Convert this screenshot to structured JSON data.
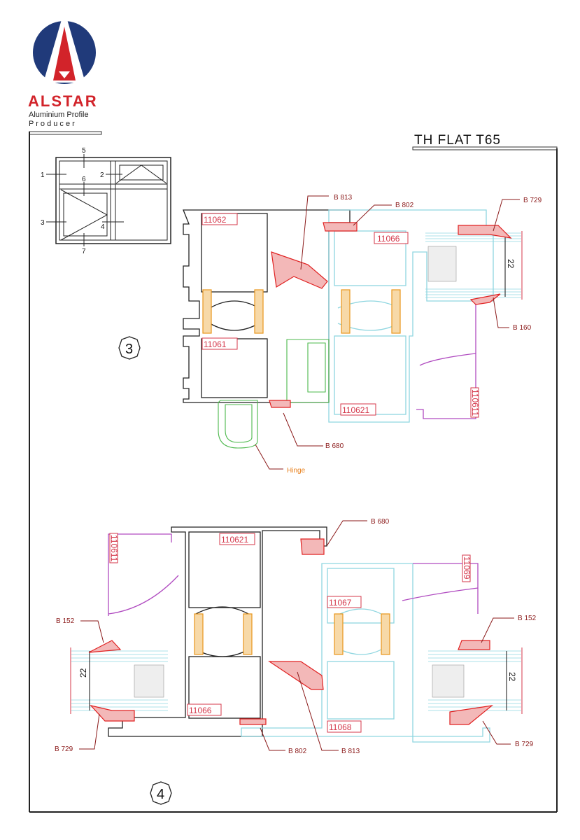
{
  "logo": {
    "brand": "ALSTAR",
    "tagline_1": "Aluminium Profile",
    "tagline_2": "P r o d u c e r",
    "colors": {
      "navy": "#203a7a",
      "red": "#d2232a"
    }
  },
  "title": "TH FLAT T65",
  "key_diagram": {
    "labels": [
      "1",
      "2",
      "3",
      "4",
      "5",
      "6",
      "7"
    ]
  },
  "section_3": {
    "number": "3",
    "profiles": [
      "11062",
      "11061",
      "11066",
      "110621",
      "110611"
    ],
    "gaskets": [
      "B 813",
      "B 802",
      "B 729",
      "B 160",
      "B 680"
    ],
    "hinge_label": "Hinge",
    "glass_dimension": "22"
  },
  "section_4": {
    "number": "4",
    "profiles": [
      "110611",
      "110621",
      "11067",
      "11069",
      "11066",
      "11068"
    ],
    "gaskets": [
      "B 680",
      "B 152",
      "B 152",
      "B 729",
      "B 729",
      "B 802",
      "B 813"
    ],
    "glass_dimension_left": "22",
    "glass_dimension_right": "22"
  }
}
